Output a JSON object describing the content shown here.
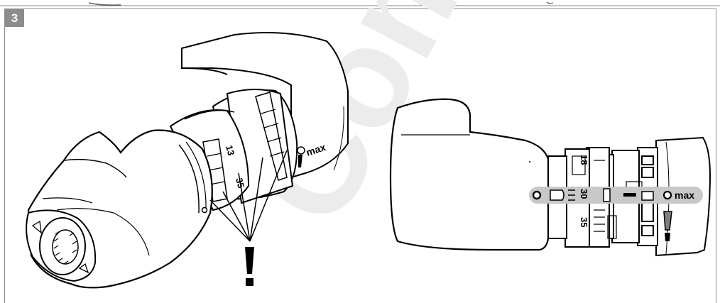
{
  "figure": {
    "step_number": "3",
    "left_view": {
      "dial_numbers": [
        "13",
        "35"
      ],
      "zero_mark": "0",
      "max_label": "max",
      "exclamation": "!"
    },
    "right_view": {
      "zero_label": "0",
      "max_label": "max",
      "scale_numbers": [
        "18",
        "30",
        "35"
      ],
      "setting_bar_color": "#c8c8c8",
      "warning_color": "#808080"
    },
    "watermark": {
      "text": "Com",
      "color": "#ececec"
    }
  }
}
